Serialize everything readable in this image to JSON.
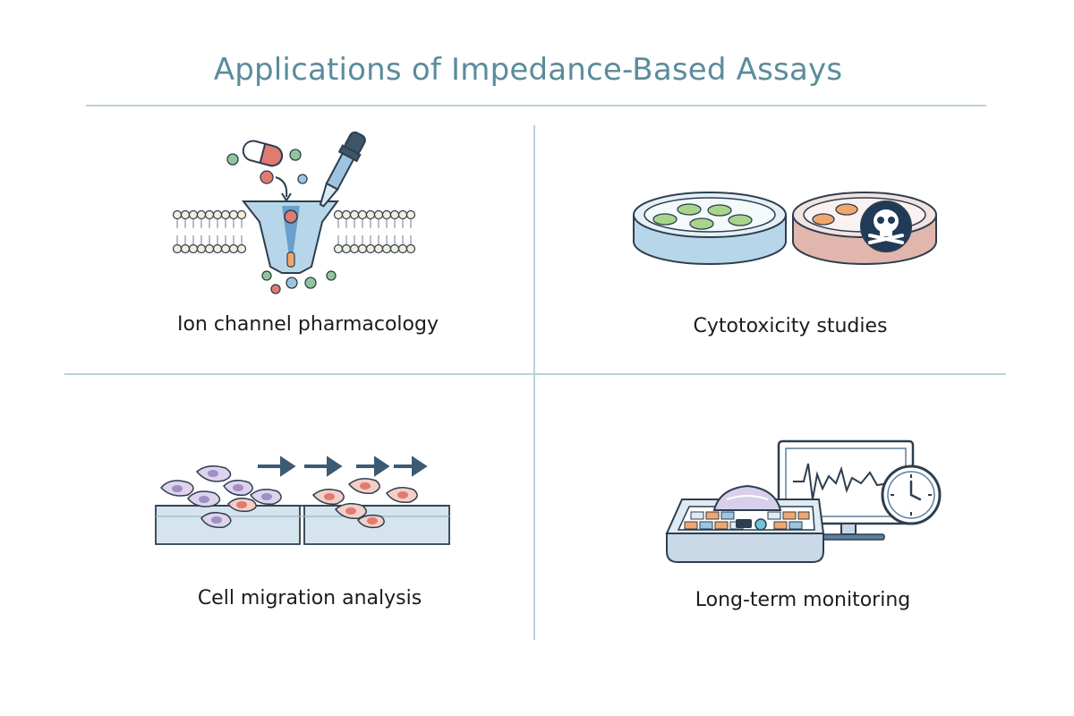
{
  "title": "Applications of Impedance-Based Assays",
  "panels": [
    {
      "caption": "Ion channel pharmacology",
      "icon": "ion-channel-membrane-icon"
    },
    {
      "caption": "Cytotoxicity studies",
      "icon": "petri-dishes-skull-icon"
    },
    {
      "caption": "Cell migration analysis",
      "icon": "migrating-cells-icon"
    },
    {
      "caption": "Long-term monitoring",
      "icon": "plate-monitor-clock-icon"
    }
  ],
  "colors": {
    "title": "#5b8c9c",
    "divider": "#b9d2da",
    "outline": "#2d3e50",
    "accent_blue": "#5b97c6",
    "accent_red": "#e07b72",
    "accent_green": "#8fc79b",
    "accent_orange": "#f2a66b",
    "cell_purple": "#b4a8cf"
  }
}
